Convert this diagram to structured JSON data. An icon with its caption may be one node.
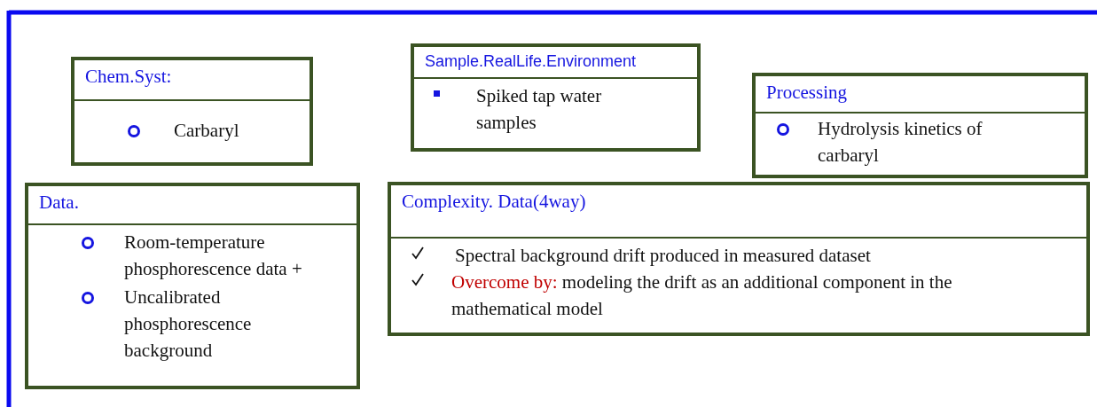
{
  "diagram": {
    "nodes": [
      {
        "text": [
          "Chem.Syst:",
          "Carbaryl"
        ]
      },
      {
        "text": [
          "Sample.RealLife.Environment",
          "Spiked tap water samples"
        ]
      },
      {
        "text": [
          "Processing",
          "Hydrolysis kinetics of carbaryl"
        ]
      },
      {
        "text": [
          "Data.",
          "Room-temperature phosphorescence data +",
          "Uncalibrated phosphorescence background"
        ]
      },
      {
        "text": [
          "Complexity. Data(4way)",
          "Spectral background drift produced in measured dataset",
          "Overcome by:",
          "modeling the drift as an additional component in the mathematical model"
        ]
      }
    ],
    "edges": []
  }
}
